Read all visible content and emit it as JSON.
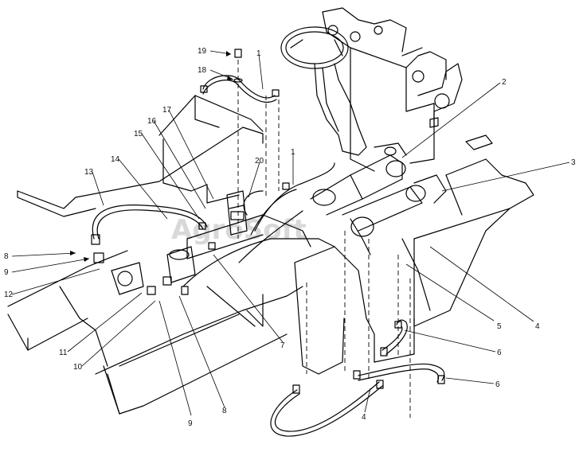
{
  "watermark": "AgroSoft",
  "callouts": [
    {
      "id": "c19",
      "text": "19"
    },
    {
      "id": "c18",
      "text": "18"
    },
    {
      "id": "c1a",
      "text": "1"
    },
    {
      "id": "c17",
      "text": "17"
    },
    {
      "id": "c16",
      "text": "16"
    },
    {
      "id": "c15",
      "text": "15"
    },
    {
      "id": "c14",
      "text": "14"
    },
    {
      "id": "c13",
      "text": "13"
    },
    {
      "id": "c20",
      "text": "20"
    },
    {
      "id": "c1b",
      "text": "1"
    },
    {
      "id": "c2",
      "text": "2"
    },
    {
      "id": "c3",
      "text": "3"
    },
    {
      "id": "c8a",
      "text": "8"
    },
    {
      "id": "c9a",
      "text": "9"
    },
    {
      "id": "c12",
      "text": "12"
    },
    {
      "id": "c11",
      "text": "11"
    },
    {
      "id": "c10",
      "text": "10"
    },
    {
      "id": "c9b",
      "text": "9"
    },
    {
      "id": "c8b",
      "text": "8"
    },
    {
      "id": "c7",
      "text": "7"
    },
    {
      "id": "c5",
      "text": "5"
    },
    {
      "id": "c4a",
      "text": "4"
    },
    {
      "id": "c6a",
      "text": "6"
    },
    {
      "id": "c6b",
      "text": "6"
    },
    {
      "id": "c4b",
      "text": "4"
    }
  ]
}
